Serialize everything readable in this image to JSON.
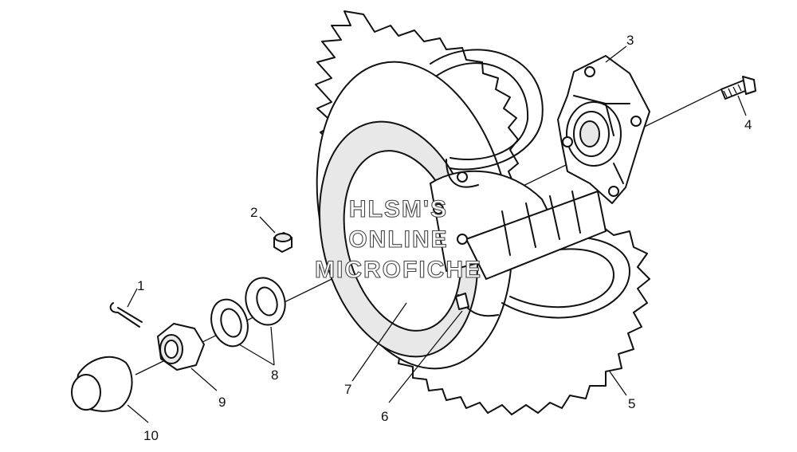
{
  "watermark": {
    "line1": "HLSM'S",
    "line2": "ONLINE",
    "line3": "MICROFICHE"
  },
  "callouts": {
    "c1": "1",
    "c2": "2",
    "c3": "3",
    "c4": "4",
    "c5": "5",
    "c6": "6",
    "c7": "7",
    "c8": "8",
    "c9": "9",
    "c10": "10"
  }
}
